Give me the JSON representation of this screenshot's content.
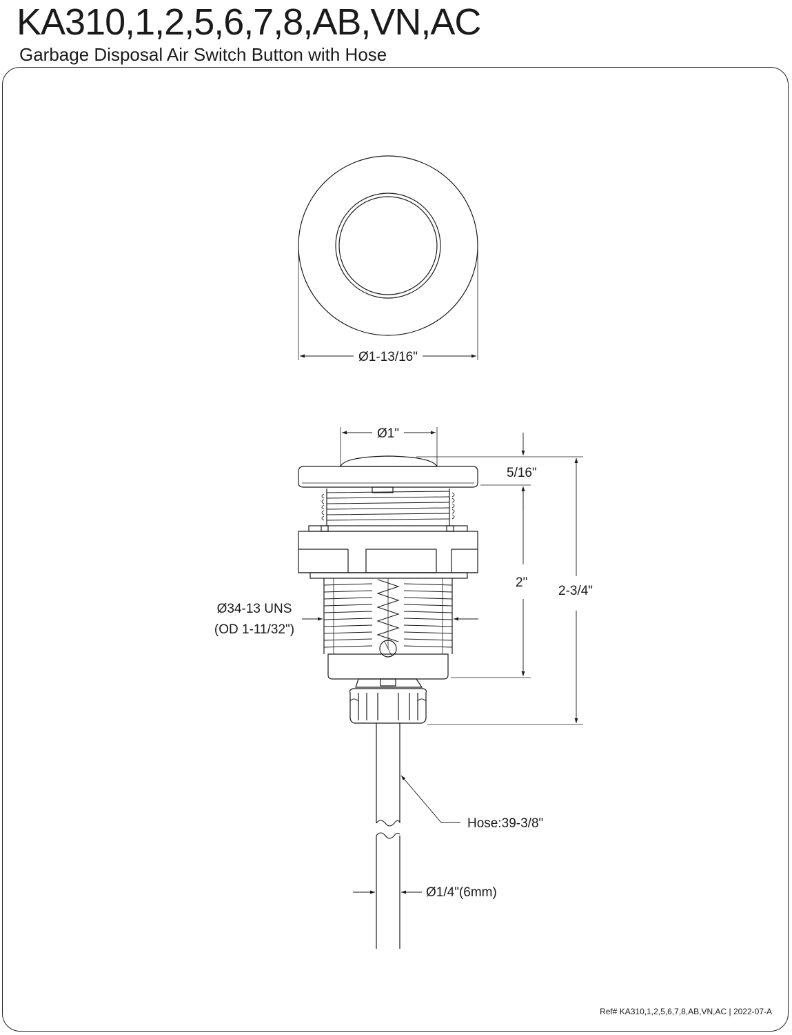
{
  "header": {
    "title": "KA310,1,2,5,6,7,8,AB,VN,AC",
    "subtitle": "Garbage Disposal Air Switch Button with Hose"
  },
  "dimensions": {
    "top_view_diameter": "Ø1-13/16\"",
    "button_diameter": "Ø1\"",
    "cap_height": "5/16\"",
    "body_height": "2\"",
    "overall_height": "2-3/4\"",
    "thread_line1": "Ø34-13 UNS",
    "thread_line2": "(OD 1-11/32\")",
    "hose_length": "Hose:39-3/8\"",
    "hose_diameter": "Ø1/4\"(6mm)"
  },
  "footer": {
    "reference": "Ref# KA310,1,2,5,6,7,8,AB,VN,AC | 2022-07-A"
  },
  "colors": {
    "line": "#1a1a1a",
    "background": "#ffffff"
  }
}
